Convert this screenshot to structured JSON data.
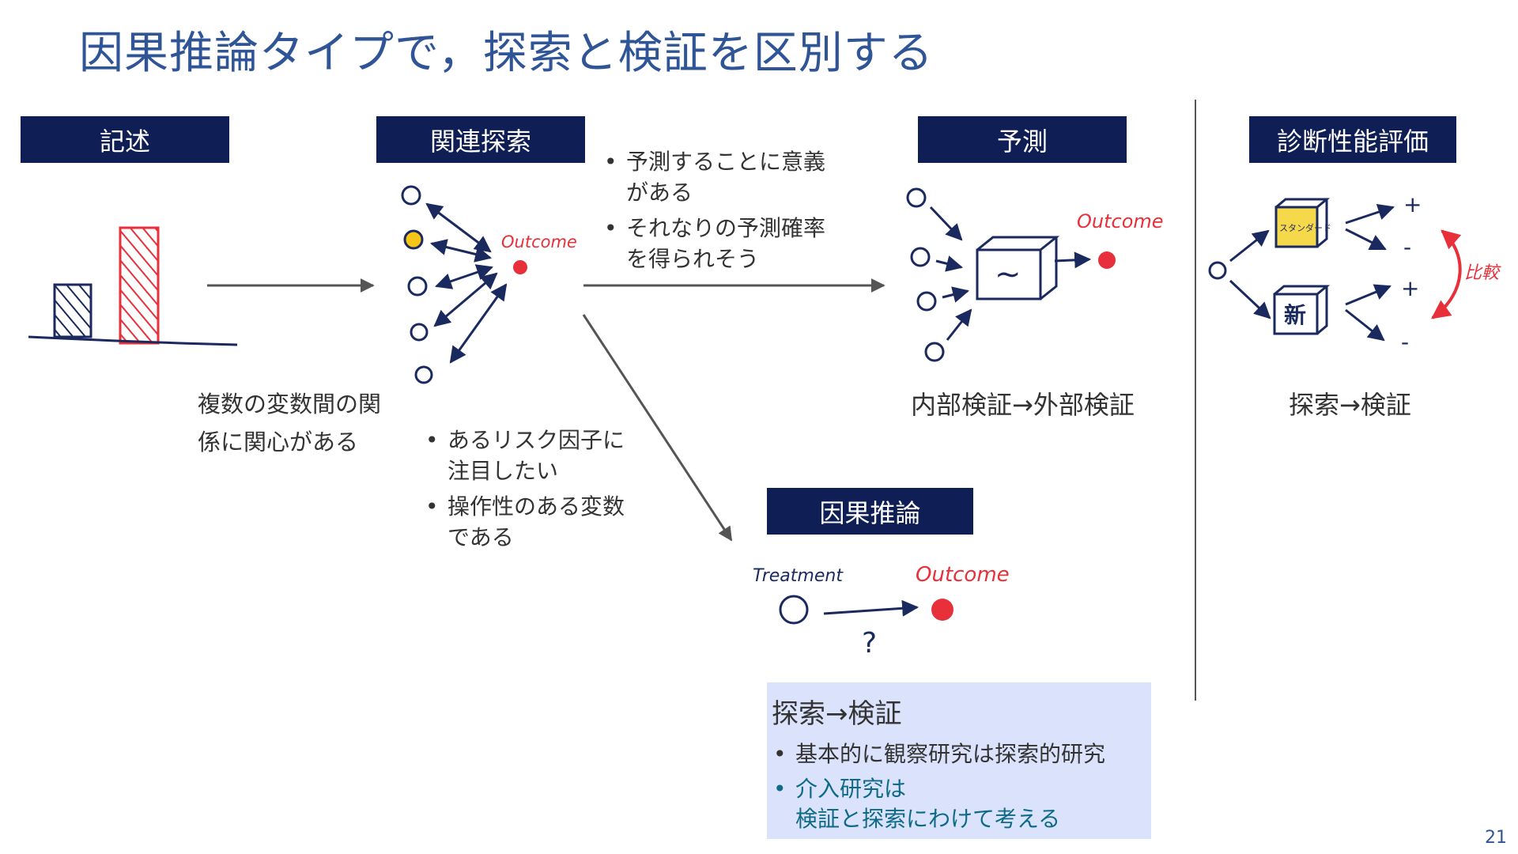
{
  "title": "因果推論タイプで，探索と検証を区別する",
  "headers": {
    "description": "記述",
    "association": "関連探索",
    "prediction": "予測",
    "diagnostic": "診断性能評価",
    "causal": "因果推論"
  },
  "description_text": [
    "複数の変数間の関",
    "係に関心がある"
  ],
  "association_bullets": [
    [
      "あるリスク因子に",
      "注目したい"
    ],
    [
      "操作性のある変数",
      "である"
    ]
  ],
  "prediction_bullets": [
    [
      "予測することに意義",
      "がある"
    ],
    [
      "それなりの予測確率",
      "を得られそう"
    ]
  ],
  "prediction_label": "内部検証→外部検証",
  "diagnostic_label": "探索→検証",
  "sketch": {
    "outcome": "Outcome",
    "treatment": "Treatment",
    "question": "?",
    "tilde": "∼",
    "plus": "+",
    "minus": "-",
    "standard": "スタンダード",
    "new": "新",
    "compare": "比較"
  },
  "summary_box": {
    "heading": "探索→検証",
    "items": [
      "基本的に観察研究は探索的研究",
      [
        "介入研究は",
        "検証と探索にわけて考える"
      ]
    ]
  },
  "page_number": "21",
  "colors": {
    "title": "#2f5597",
    "header_bg": "#0f1f55",
    "sketch_ink": "#1b2a5e",
    "outcome_red": "#e8303a",
    "highlight_teal": "#0e6a86",
    "box_bg": "#dae3fb"
  }
}
